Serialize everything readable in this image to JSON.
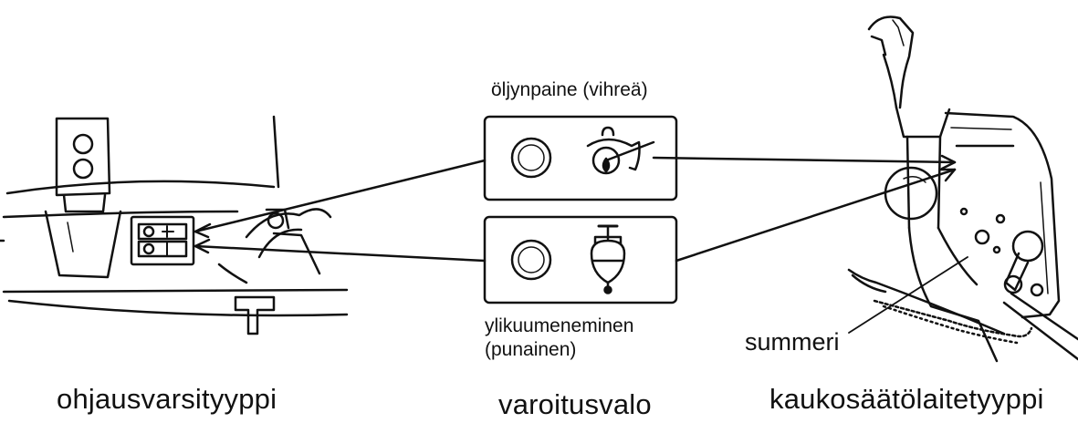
{
  "labels": {
    "oil_pressure": "öljynpaine (vihreä)",
    "overheat_line1": "ylikuumeneminen",
    "overheat_line2": "(punainen)",
    "buzzer": "summeri",
    "tiller_type": "ohjausvarsityyppi",
    "warning_light": "varoitusvalo",
    "remote_control_type": "kaukosäätölaitetyyppi"
  },
  "colors": {
    "ink": "#111111",
    "background": "#ffffff"
  },
  "icons": {
    "oil_pressure": "oil-can-icon",
    "overheat": "thermometer-icon"
  }
}
